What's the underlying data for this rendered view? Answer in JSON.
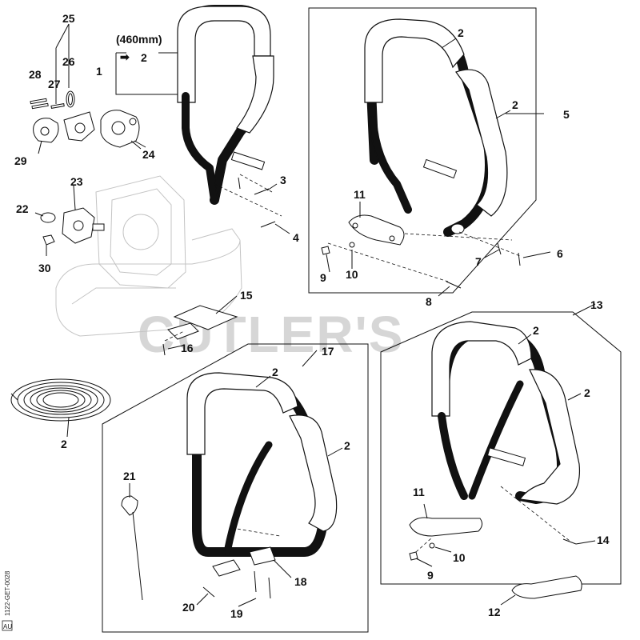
{
  "watermark": "CUTLER'S",
  "side_code": "1122-GET-0028",
  "side_badge": "AU",
  "dimension_note": "(460mm)",
  "dimension_ref": "2",
  "callouts": {
    "c1": "1",
    "c2_top": "2",
    "c2_coil": "2",
    "c3": "3",
    "c4": "4",
    "c5": "5",
    "c6": "6",
    "c7": "7",
    "c8": "8",
    "c9_a": "9",
    "c9_b": "9",
    "c10_a": "10",
    "c10_b": "10",
    "c11_a": "11",
    "c11_b": "11",
    "c12": "12",
    "c13": "13",
    "c14": "14",
    "c15": "15",
    "c16": "16",
    "c17": "17",
    "c18": "18",
    "c19": "19",
    "c20": "20",
    "c21": "21",
    "c22": "22",
    "c23": "23",
    "c24": "24",
    "c25": "25",
    "c26": "26",
    "c27": "27",
    "c28": "28",
    "c29": "29",
    "c30": "30",
    "b5_grip_top": "2",
    "b5_grip_side": "2",
    "b17_grip_top": "2",
    "b17_grip_side": "2",
    "b13_grip_top": "2",
    "b13_grip_side": "2"
  }
}
